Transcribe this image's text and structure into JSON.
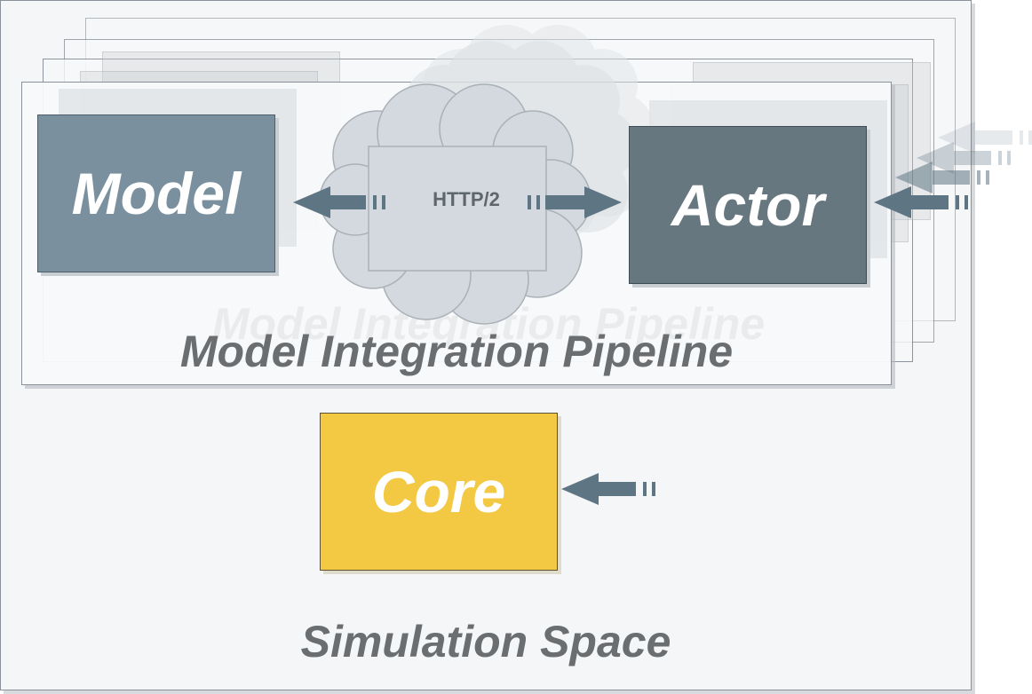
{
  "diagram": {
    "space": {
      "label": "Simulation Space"
    },
    "pipeline": {
      "label": "Model Integration Pipeline"
    },
    "nodes": {
      "model": {
        "label": "Model"
      },
      "actor": {
        "label": "Actor"
      },
      "core": {
        "label": "Core"
      }
    },
    "network": {
      "label": "HTTP/2"
    },
    "colors": {
      "model": "#7a909e",
      "actor": "#66777f",
      "core": "#f3c843",
      "arrow": "#5e7583",
      "cloud": "#d4dadf"
    }
  }
}
